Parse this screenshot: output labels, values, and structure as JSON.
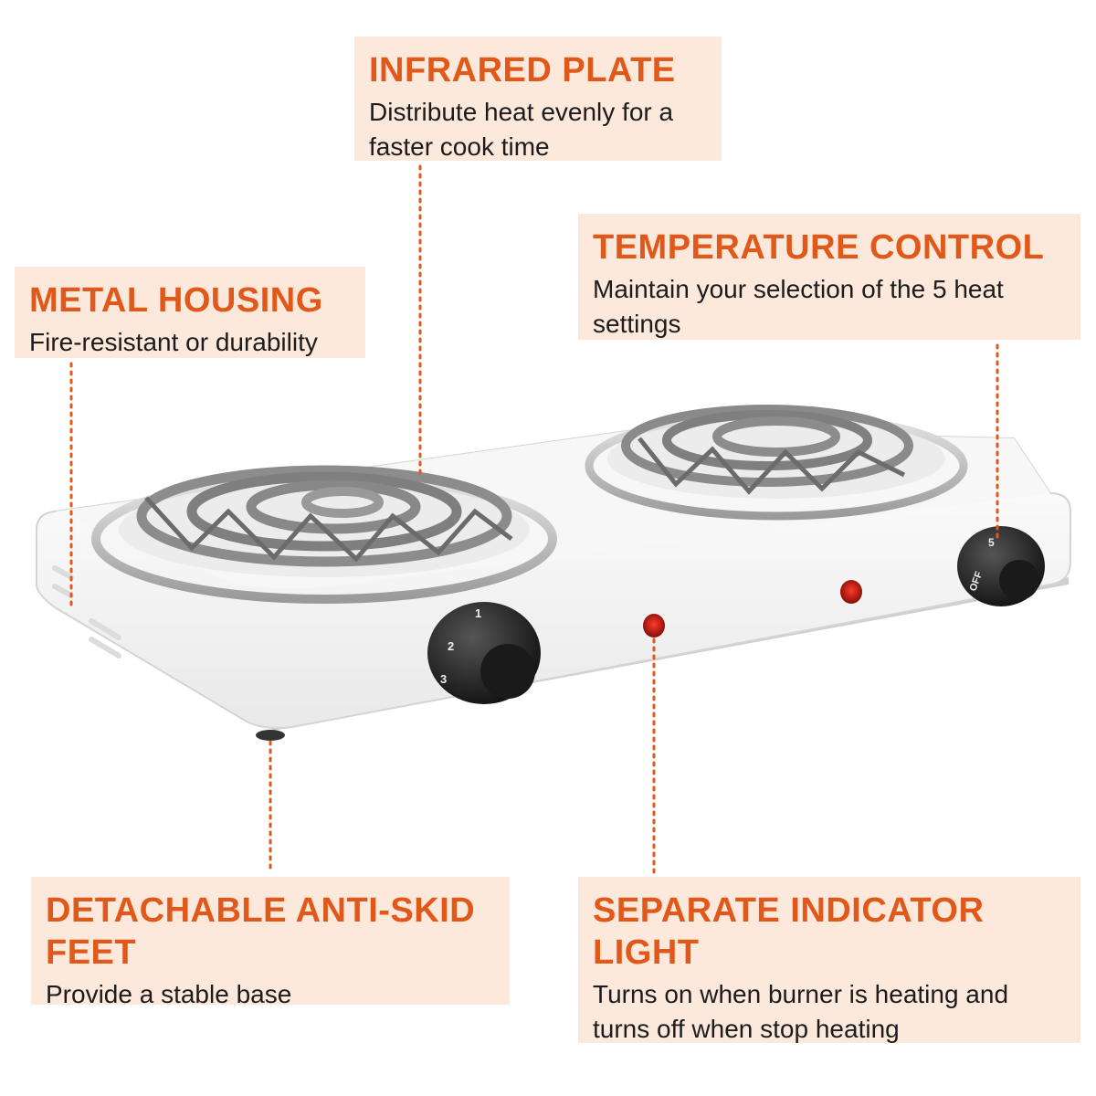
{
  "accent_color": "#e0591a",
  "callout_bg": "#fde8dc",
  "callouts": {
    "infrared": {
      "title": "INFRARED PLATE",
      "desc_lines": [
        "Distribute heat evenly for a",
        "faster cook time"
      ]
    },
    "metal": {
      "title": "METAL HOUSING",
      "desc_lines": [
        "Fire-resistant or durability"
      ]
    },
    "temp": {
      "title": "TEMPERATURE CONTROL",
      "desc_lines": [
        "Maintain your selection of the 5 heat",
        "settings"
      ]
    },
    "feet": {
      "title_lines": [
        "DETACHABLE ANTI-SKID",
        "FEET"
      ],
      "desc_lines": [
        "Provide a stable base"
      ]
    },
    "light": {
      "title_lines": [
        "SEPARATE INDICATOR",
        "LIGHT"
      ],
      "desc_lines": [
        "Turns on when burner is heating and",
        "turns off when stop heating"
      ]
    }
  },
  "knob_left_marks": [
    "1",
    "2",
    "3"
  ],
  "knob_right_marks": [
    "5",
    "OFF"
  ]
}
